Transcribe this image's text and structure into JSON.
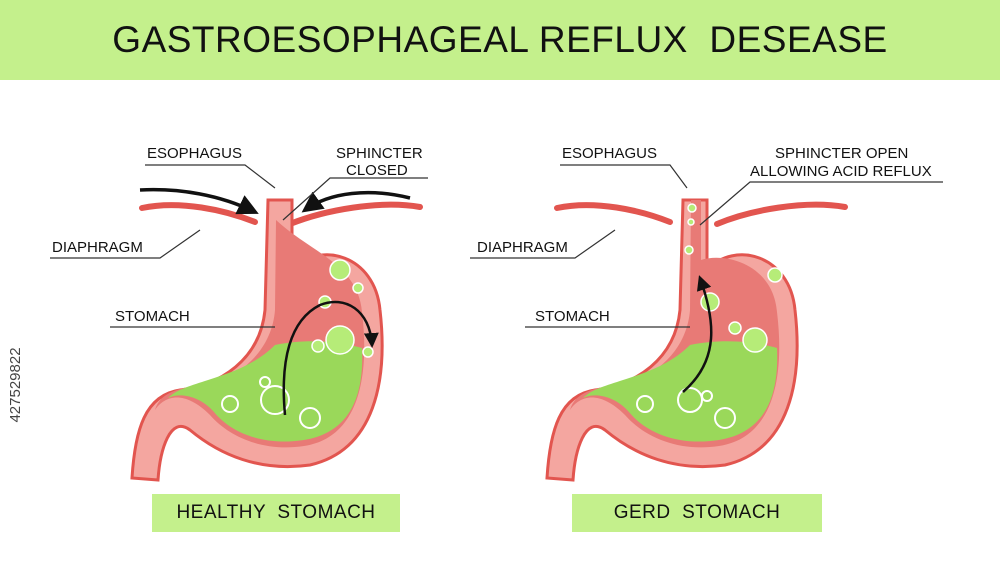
{
  "title": "GASTROESOPHAGEAL REFLUX  DESEASE",
  "side_id": "427529822",
  "colors": {
    "band": "#c4f08c",
    "stomach_wall": "#f4a6a0",
    "stomach_dark": "#e2554f",
    "stomach_inner": "#e87a76",
    "acid": "#9ad85a",
    "acid_light": "#b6ec78"
  },
  "healthy": {
    "labels": {
      "esophagus": "ESOPHAGUS",
      "sphincter_line1": "SPHINCTER",
      "sphincter_line2": "CLOSED",
      "diaphragm": "DIAPHRAGM",
      "stomach": "STOMACH"
    },
    "caption": "HEALTHY  STOMACH"
  },
  "gerd": {
    "labels": {
      "esophagus": "ESOPHAGUS",
      "sphincter_line1": "SPHINCTER  OPEN",
      "sphincter_line2": "ALLOWING ACID REFLUX",
      "diaphragm": "DIAPHRAGM",
      "stomach": "STOMACH"
    },
    "caption": "GERD  STOMACH"
  }
}
